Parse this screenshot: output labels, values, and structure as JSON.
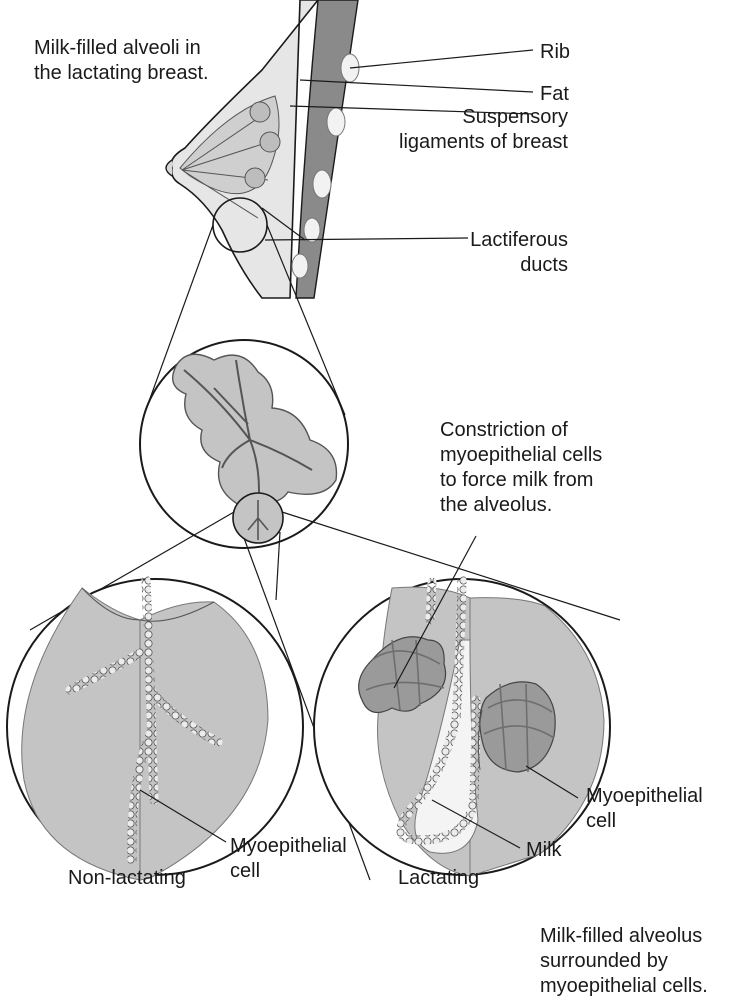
{
  "labels": {
    "milk_filled_alveoli": [
      "Milk-filled alveoli in",
      "the lactating breast."
    ],
    "rib": "Rib",
    "fat": "Fat",
    "suspensory": [
      "Suspensory",
      "ligaments of breast"
    ],
    "lactiferous": [
      "Lactiferous",
      "ducts"
    ],
    "constriction": [
      "Constriction of",
      "myoepithelial cells",
      "to force milk from",
      "the alveolus."
    ],
    "myo_right": [
      "Myoepithelial",
      "cell"
    ],
    "milk": "Milk",
    "myo_left": [
      "Myoepithelial",
      "cell"
    ],
    "non_lactating": "Non-lactating",
    "lactating": "Lactating",
    "alveolus_caption": [
      "Milk-filled alveolus",
      "surrounded by",
      "myoepithelial cells."
    ]
  },
  "colors": {
    "tissue_gray": "#c4c4c4",
    "tissue_dark": "#9a9a9a",
    "muscle": "#8a8a8a",
    "rib": "#f2f2f2",
    "milk": "#f4f4f4",
    "line": "#1a1a1a"
  }
}
